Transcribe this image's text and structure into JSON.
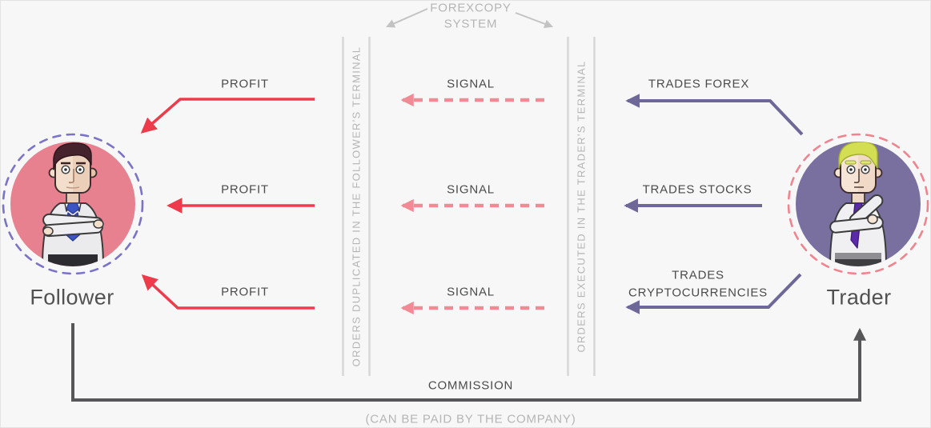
{
  "header": {
    "line1": "FOREXCOPY",
    "line2": "SYSTEM"
  },
  "terminal_bars": {
    "follower": "ORDERS DUPLICATED IN THE FOLLOWER'S TERMINAL",
    "trader": "ORDERS EXECUTED IN THE TRADER'S TERMINAL"
  },
  "actors": {
    "follower": {
      "label": "Follower"
    },
    "trader": {
      "label": "Trader"
    }
  },
  "flows": {
    "row1": {
      "profit": "PROFIT",
      "signal": "SIGNAL",
      "trade": "TRADES FOREX"
    },
    "row2": {
      "profit": "PROFIT",
      "signal": "SIGNAL",
      "trade": "TRADES STOCKS"
    },
    "row3": {
      "profit": "PROFIT",
      "signal": "SIGNAL",
      "trade_line1": "TRADES",
      "trade_line2": "CRYPTOCURRENCIES"
    }
  },
  "commission": {
    "label": "COMMISSION",
    "note": "(CAN BE PAID BY THE COMPANY)"
  },
  "colors": {
    "background": "#f7f7f8",
    "profit_arrow": "#ee3b4c",
    "signal_arrow": "#f08a95",
    "trade_arrow": "#6e6899",
    "commission_arrow": "#57575a",
    "terminal_bar_line": "#d7d7d7",
    "muted_gray_text": "#b5b5b5",
    "dark_text": "#4b4b4b",
    "follower_circle_fill": "#e8818f",
    "follower_ring": "#7a73c8",
    "trader_circle_fill": "#7a70a0",
    "trader_ring": "#f1838f"
  }
}
